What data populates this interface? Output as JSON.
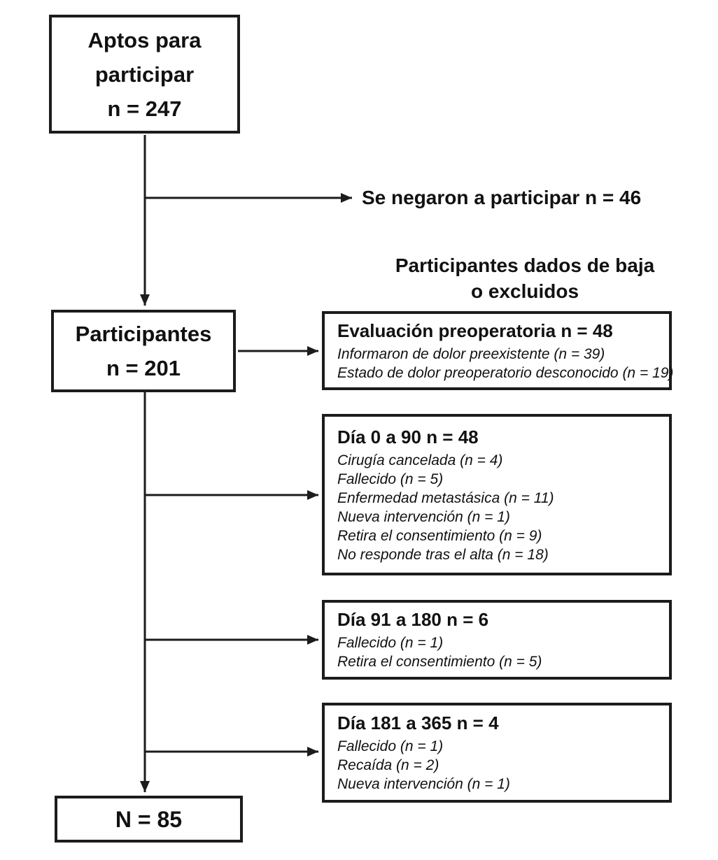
{
  "flowchart": {
    "eligible_box": {
      "lines": [
        "Aptos para",
        "participar",
        "n = 247"
      ]
    },
    "refused_label": "Se negaron a participar n = 46",
    "withdrawn_heading": {
      "lines": [
        "Participantes dados de baja",
        "o excluidos"
      ]
    },
    "participants_box": {
      "lines": [
        "Participantes",
        "n = 201"
      ]
    },
    "final_box": {
      "label": "N = 85"
    },
    "exclusion_boxes": [
      {
        "title": "Evaluación preoperatoria n = 48",
        "items": [
          "Informaron de dolor preexistente (n = 39)",
          "Estado de dolor preoperatorio desconocido (n = 19)"
        ]
      },
      {
        "title": "Día 0 a 90 n = 48",
        "items": [
          "Cirugía cancelada (n = 4)",
          "Fallecido (n = 5)",
          "Enfermedad metastásica (n = 11)",
          "Nueva intervención (n = 1)",
          "Retira el consentimiento (n = 9)",
          "No responde tras el alta (n = 18)"
        ]
      },
      {
        "title": "Día 91 a 180 n = 6",
        "items": [
          "Fallecido (n = 1)",
          "Retira el consentimiento (n = 5)"
        ]
      },
      {
        "title": "Día 181 a 365 n = 4",
        "items": [
          "Fallecido (n = 1)",
          "Recaída (n = 2)",
          "Nueva intervención (n = 1)"
        ]
      }
    ]
  },
  "colors": {
    "line": "#1c1c1c",
    "text": "#111111",
    "background": "#ffffff"
  }
}
